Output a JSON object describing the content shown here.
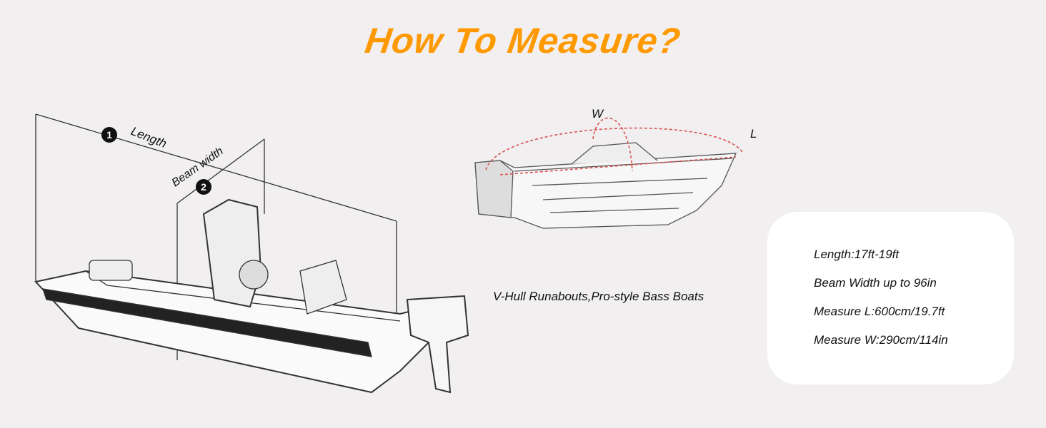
{
  "title": "How To Measure?",
  "left_diagram": {
    "length_label": "Length",
    "length_marker": "1",
    "beam_label": "Beam width",
    "beam_marker": "2"
  },
  "right_diagram": {
    "width_label": "W",
    "length_label": "L",
    "caption": "V-Hull Runabouts,Pro-style Bass Boats"
  },
  "specs": [
    "Length:17ft-19ft",
    "Beam Width up to 96in",
    "Measure L:600cm/19.7ft",
    "Measure W:290cm/114in"
  ],
  "colors": {
    "title": "#ff9900",
    "background": "#f1eff0",
    "measure_line": "#d9534f"
  }
}
